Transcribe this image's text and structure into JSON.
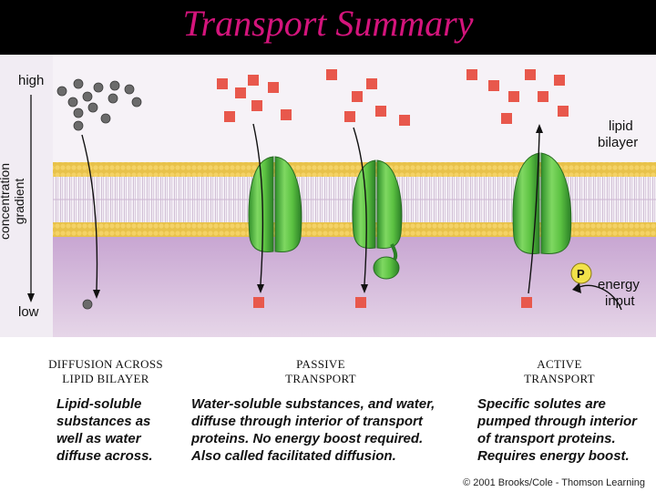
{
  "title": "Transport Summary",
  "labels": {
    "high": "high",
    "low": "low",
    "gradient": "concentration gradient",
    "lipid_bilayer": [
      "lipid",
      "bilayer"
    ],
    "phosphate": "P",
    "energy_input": [
      "energy",
      "input"
    ]
  },
  "categories": [
    {
      "line1": "DIFFUSION ACROSS",
      "line2": "LIPID BILAYER"
    },
    {
      "line1": "PASSIVE",
      "line2": "TRANSPORT"
    },
    {
      "line1": "ACTIVE",
      "line2": "TRANSPORT"
    }
  ],
  "descriptions": [
    [
      "Lipid-soluble",
      "substances as",
      "well as water",
      "diffuse across."
    ],
    [
      "Water-soluble substances, and water,",
      "diffuse through interior of transport",
      "proteins. No energy boost required.",
      "Also called facilitated diffusion."
    ],
    [
      "Specific solutes are",
      "pumped through interior",
      "of transport proteins.",
      "Requires energy boost."
    ]
  ],
  "copyright": "© 2001 Brooks/Cole - Thomson Learning",
  "colors": {
    "title": "#d4147c",
    "solute": "#e8584c",
    "lipid_molecule": "#6b6b6b",
    "protein": "#5cc242",
    "phosphate": "#f2e24a"
  }
}
